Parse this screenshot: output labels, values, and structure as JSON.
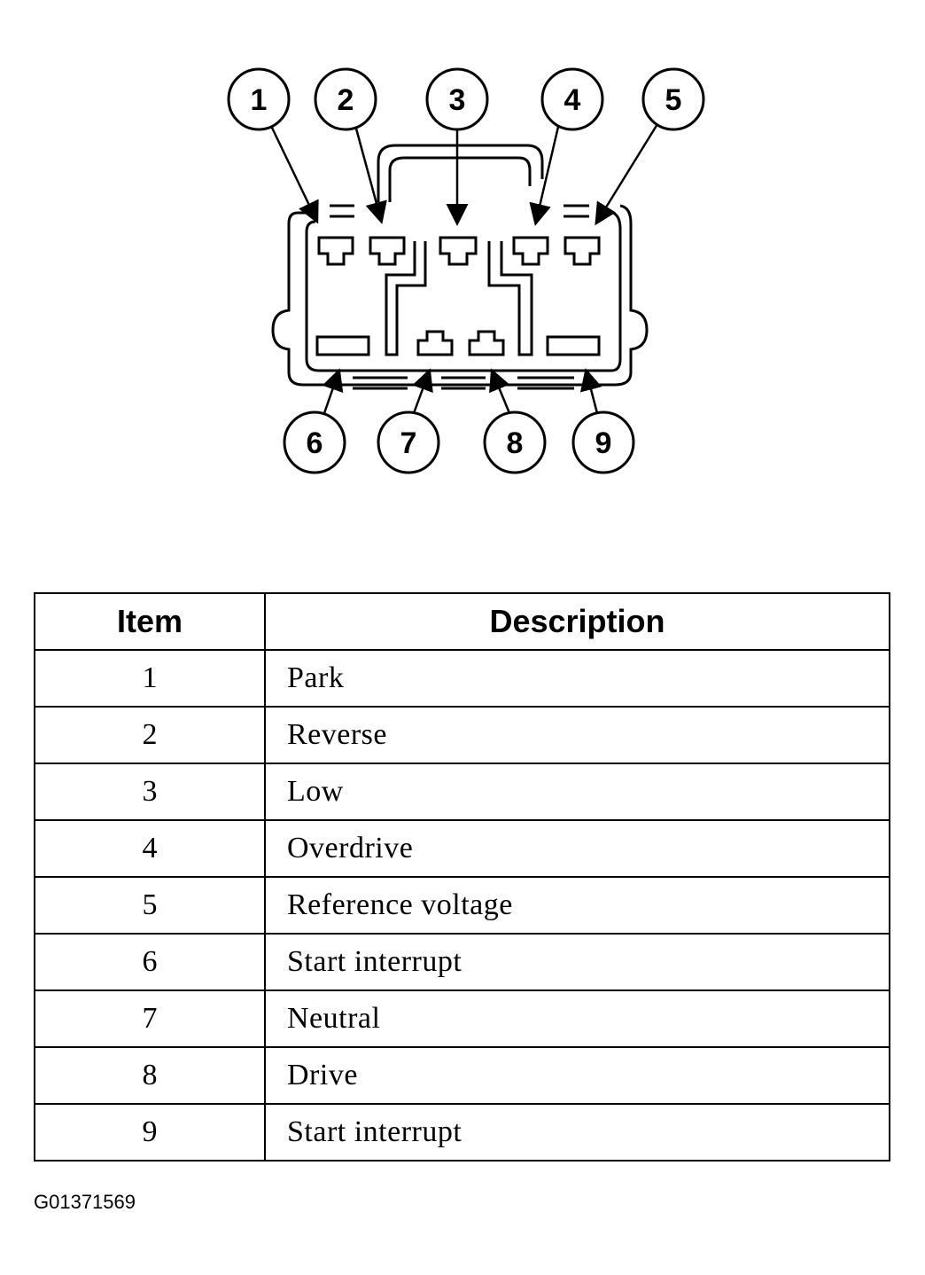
{
  "callouts": [
    "1",
    "2",
    "3",
    "4",
    "5",
    "6",
    "7",
    "8",
    "9"
  ],
  "table": {
    "headers": [
      "Item",
      "Description"
    ],
    "rows": [
      {
        "item": "1",
        "description": "Park"
      },
      {
        "item": "2",
        "description": "Reverse"
      },
      {
        "item": "3",
        "description": "Low"
      },
      {
        "item": "4",
        "description": "Overdrive"
      },
      {
        "item": "5",
        "description": "Reference voltage"
      },
      {
        "item": "6",
        "description": "Start interrupt"
      },
      {
        "item": "7",
        "description": "Neutral"
      },
      {
        "item": "8",
        "description": "Drive"
      },
      {
        "item": "9",
        "description": "Start interrupt"
      }
    ]
  },
  "figure_code": "G01371569"
}
